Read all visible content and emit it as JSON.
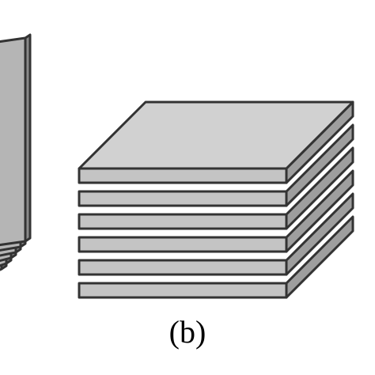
{
  "figure": {
    "panel_label": "(b)",
    "stack_left": {
      "type": "vertical-sheets",
      "sheet_count": 6,
      "partially_cropped": true
    },
    "stack_right": {
      "type": "horizontal-sheets",
      "sheet_count": 6
    }
  },
  "colors": {
    "background": "#ffffff",
    "top_face": "#d1d1d1",
    "front_face": "#c4c4c4",
    "side_face": "#9e9e9e",
    "vertical_sheet_front": "#b5b5b5",
    "vertical_sheet_side": "#8a8a8a",
    "stroke": "#333333"
  }
}
